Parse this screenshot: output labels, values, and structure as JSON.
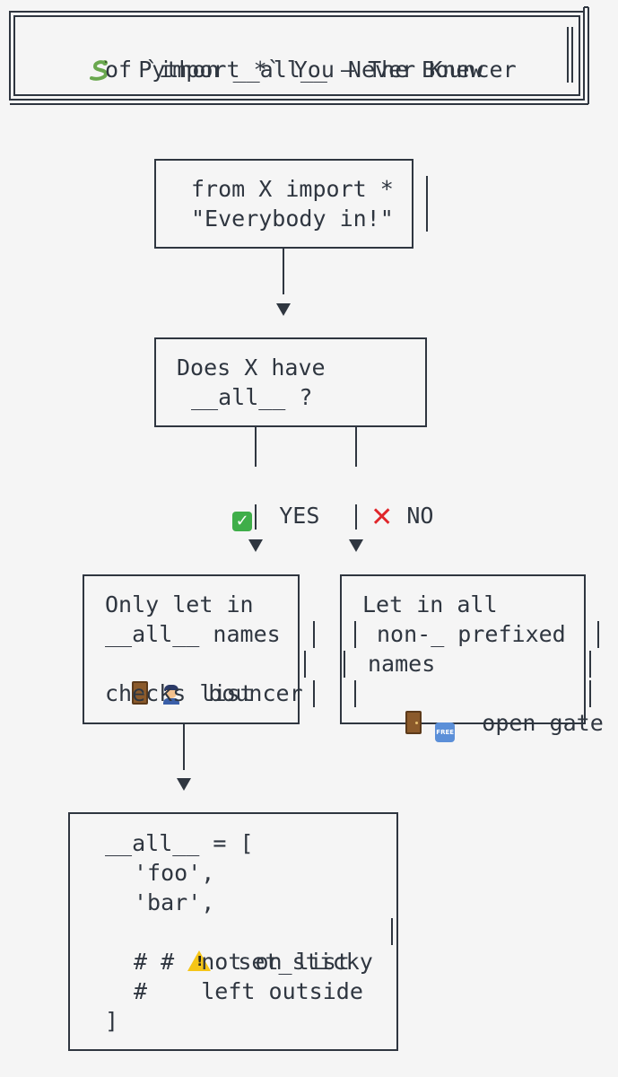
{
  "title": {
    "icon": "snake-icon",
    "line1": "Python __all__ — The Bouncer",
    "line2": "of `import *` You Never Knew"
  },
  "start_box": {
    "line1": "from X import *",
    "line2": "\"Everybody in!\""
  },
  "decision_box": {
    "line1": "Does X have",
    "line2": "__all__ ?"
  },
  "branches": {
    "yes_icon": "check-mark-icon",
    "yes_label": "YES",
    "no_icon": "cross-mark-icon",
    "no_label": "NO"
  },
  "yes_box": {
    "line1": "Only let in",
    "line2": "__all__ names",
    "line3_icons": [
      "door-icon",
      "police-officer-icon"
    ],
    "line3_text": "bouncer",
    "line4": "checks list"
  },
  "no_box": {
    "line1": "Let in all",
    "line2": "non-_ prefixed",
    "line3": "names",
    "line4_icons": [
      "door-icon",
      "free-icon"
    ],
    "line4_text": "open gate",
    "free_text": "FREE"
  },
  "code_box": {
    "line1": "__all__ = [",
    "line2": "'foo',",
    "line3": "'bar',",
    "line4_prefix": "#",
    "line4_icon": "warning-icon",
    "line4_text": "set_sticky",
    "line5": "#    not on list",
    "line6": "#    left outside",
    "line7": "]"
  }
}
